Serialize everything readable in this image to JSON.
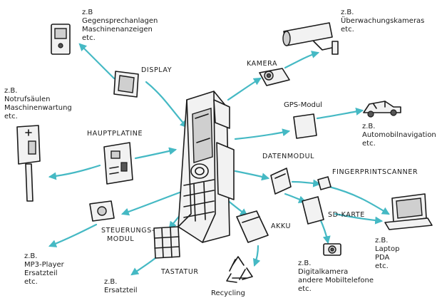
{
  "colors": {
    "arrow": "#45b9c4",
    "ink": "#1a1a1a",
    "fill": "#f2f2f2"
  },
  "components": {
    "display": "DISPLAY",
    "kamera": "KAMERA",
    "gps": "GPS-Modul",
    "hauptplatine": "HAUPTPLATINE",
    "datenmodul": "DATENMODUL",
    "fingerprint": "FINGERPRINTSCANNER",
    "sdkarte": "SD-KARTE",
    "akku": "AKKU",
    "steuerung_line1": "STEUERUNGS-",
    "steuerung_line2": "MODUL",
    "tastatur": "TASTATUR",
    "recycling": "Recycling"
  },
  "examples": {
    "display": [
      "z.B",
      "Gegensprechanlagen",
      "Maschinenanzeigen",
      "etc."
    ],
    "kamera": [
      "z.B.",
      "Überwachungskameras",
      "etc."
    ],
    "notruf": [
      "z.B.",
      "Notrufsäulen",
      "Maschinenwartung",
      "etc."
    ],
    "gps": [
      "z.B.",
      "Automobilnavigation",
      "etc."
    ],
    "laptop": [
      "z.B.",
      "Laptop",
      "PDA",
      "etc."
    ],
    "digicam": [
      "z.B.",
      "Digitalkamera",
      "andere Mobiltelefone",
      "etc."
    ],
    "mp3": [
      "z.B.",
      "MP3-Player",
      "Ersatzteil",
      "etc."
    ],
    "ersatzteil": [
      "z.B.",
      "Ersatzteil"
    ]
  },
  "icons": {
    "phone": "disassembled-phone-icon",
    "display": "display-module-icon",
    "intercom": "intercom-icon",
    "cctv": "surveillance-camera-icon",
    "camera": "camera-module-icon",
    "gps": "gps-module-icon",
    "car": "car-icon",
    "pillar": "emergency-pillar-icon",
    "board": "mainboard-icon",
    "data": "data-module-icon",
    "fingerprint": "fingerprint-scanner-icon",
    "sd": "sd-card-icon",
    "laptop": "laptop-icon",
    "digicam": "digital-camera-icon",
    "battery": "battery-icon",
    "recycle": "recycling-icon",
    "keypad": "keypad-icon",
    "control": "control-module-icon"
  }
}
